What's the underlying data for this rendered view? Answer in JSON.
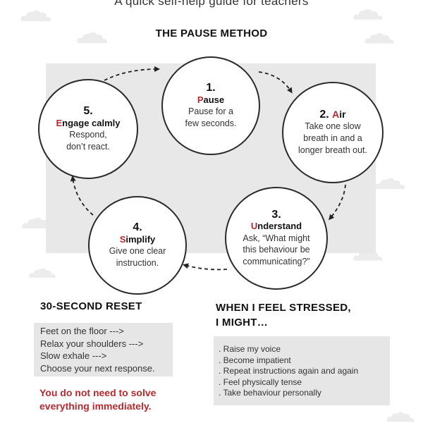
{
  "subtitle": "A quick self-help guide for teachers",
  "method_title": "THE PAUSE METHOD",
  "steps": [
    {
      "number": "1.",
      "title_first": "P",
      "title_rest": "ause",
      "lines": [
        "Pause for a",
        "few seconds."
      ]
    },
    {
      "number": "2.",
      "title_first": "A",
      "title_rest": "ir",
      "lines": [
        "Take one slow",
        "breath in and a",
        "longer breath out."
      ]
    },
    {
      "number": "3.",
      "title_first": "U",
      "title_rest": "nderstand",
      "lines": [
        "Ask, “What might",
        "this behaviour be",
        "communicating?”"
      ]
    },
    {
      "number": "4.",
      "title_first": "S",
      "title_rest": "implify",
      "lines": [
        "Give one clear",
        "instruction."
      ]
    },
    {
      "number": "5.",
      "title_first": "E",
      "title_rest": "ngage calmly",
      "lines": [
        "Respond,",
        "don’t react."
      ]
    }
  ],
  "reset": {
    "title": "30-SECOND RESET",
    "items": [
      "Feet on the floor --->",
      "Relax your shoulders --->",
      "Slow exhale --->",
      "Choose your next response."
    ]
  },
  "stress": {
    "title_line1": "WHEN I FEEL STRESSED,",
    "title_line2": "I MIGHT…",
    "items": [
      ". Raise my voice",
      ". Become impatient",
      ". Repeat instructions again and again",
      ". Feel physically tense",
      ". Take behaviour personally"
    ]
  },
  "closing": {
    "line1": "You do not need to solve",
    "line2": "everything immediately."
  },
  "colors": {
    "accent": "#b5292f",
    "panel": "#e8e8e8",
    "box": "#e6e6e6",
    "cloud": "#ececec"
  }
}
